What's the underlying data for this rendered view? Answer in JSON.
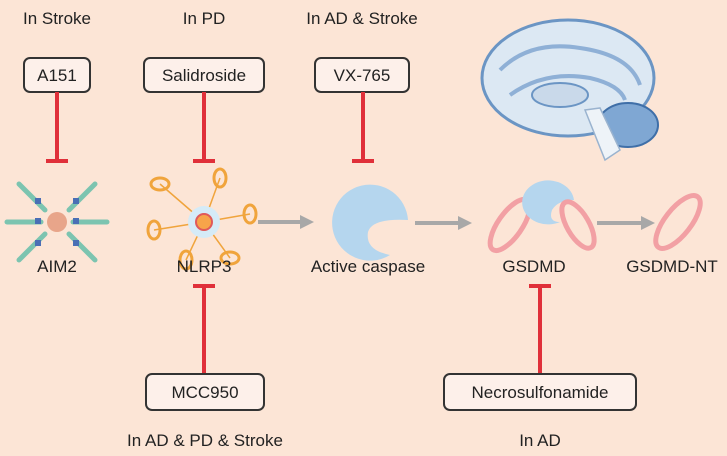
{
  "diagram": {
    "top_contexts": [
      "In Stroke",
      "In PD",
      "In AD & Stroke"
    ],
    "top_inhibitors": [
      "A151",
      "Salidroside",
      "VX-765"
    ],
    "nodes": [
      "AIM2",
      "NLRP3",
      "Active caspase",
      "GSDMD",
      "GSDMD-NT"
    ],
    "bottom_inhibitors": [
      "MCC950",
      "Necrosulfonamide"
    ],
    "bottom_contexts": [
      "In AD & PD & Stroke",
      "In AD"
    ],
    "colors": {
      "background": "#fce5d6",
      "inhibit": "#e0303a",
      "arrow": "#a8a8a8",
      "caspase": "#b5d6ee",
      "gsdmd": "#f2a0a4"
    }
  }
}
